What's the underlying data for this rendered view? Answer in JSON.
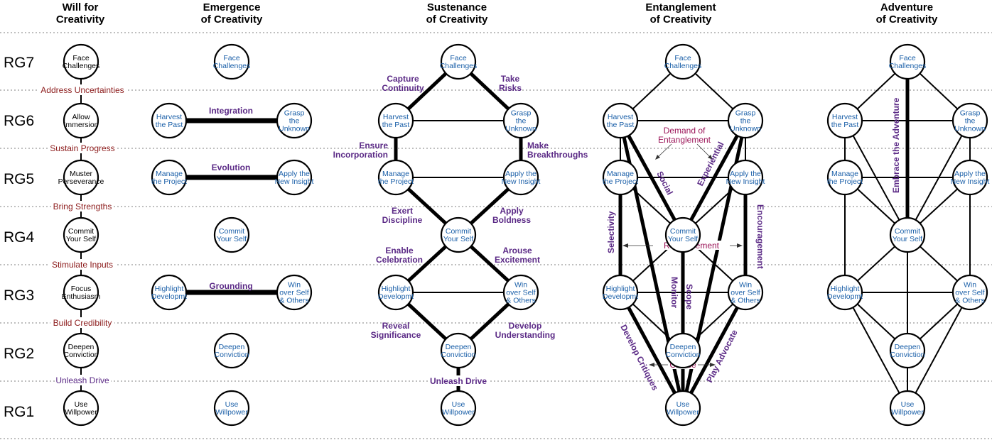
{
  "headers": {
    "will": [
      "Will for",
      "Creativity"
    ],
    "emergence": [
      "Emergence",
      "of Creativity"
    ],
    "sustenance": [
      "Sustenance",
      "of Creativity"
    ],
    "entanglement": [
      "Entanglement",
      "of Creativity"
    ],
    "adventure": [
      "Adventure",
      "of Creativity"
    ]
  },
  "row_labels": [
    "RG7",
    "RG6",
    "RG5",
    "RG4",
    "RG3",
    "RG2",
    "RG1"
  ],
  "will_nodes": {
    "face": [
      "Face",
      "Challenges"
    ],
    "allow": [
      "Allow",
      "Immersion"
    ],
    "muster": [
      "Muster",
      "Perseverance"
    ],
    "commit": [
      "Commit",
      "Your Self"
    ],
    "focus": [
      "Focus",
      "Enthusiasm"
    ],
    "deepen": [
      "Deepen",
      "Conviction"
    ],
    "use": [
      "Use",
      "Willpower"
    ]
  },
  "will_links": [
    "Address Uncertainties",
    "Sustain Progress",
    "Bring Strengths",
    "Stimulate Inputs",
    "Build Credibility",
    "Unleash Drive"
  ],
  "tree_nodes": {
    "face": [
      "Face",
      "Challenges"
    ],
    "harvest": [
      "Harvest",
      "the Past"
    ],
    "grasp": [
      "Grasp",
      "the",
      "Unknown"
    ],
    "manage": [
      "Manage",
      "the Project"
    ],
    "apply": [
      "Apply the",
      "New Insight"
    ],
    "commit": [
      "Commit",
      "Your Self"
    ],
    "highlight": [
      "Highlight",
      "Developmt"
    ],
    "win": [
      "Win",
      "over Self",
      "& Others"
    ],
    "deepen": [
      "Deepen",
      "Conviction"
    ],
    "use": [
      "Use",
      "Willpower"
    ]
  },
  "emergence_links": {
    "integration": "Integration",
    "evolution": "Evolution",
    "grounding": "Grounding"
  },
  "sustenance_links": {
    "capture": [
      "Capture",
      "Continuity"
    ],
    "risks": [
      "Take",
      "Risks"
    ],
    "ensure": [
      "Ensure",
      "Incorporation"
    ],
    "breakthroughs": [
      "Make",
      "Breakthroughs"
    ],
    "discipline": [
      "Exert",
      "Discipline"
    ],
    "boldness": [
      "Apply",
      "Boldness"
    ],
    "celebration": [
      "Enable",
      "Celebration"
    ],
    "excitement": [
      "Arouse",
      "Excitement"
    ],
    "significance": [
      "Reveal",
      "Significance"
    ],
    "understanding": [
      "Develop",
      "Understanding"
    ],
    "unleash": "Unleash Drive"
  },
  "entanglement_labels": {
    "demand": [
      "Demand of",
      "Entanglement"
    ],
    "social": "Social",
    "experiential": "Experiential",
    "selectivity": "Selectivity",
    "encouragement": "Encouragement",
    "reinforcement": "Reinforcement",
    "monitor": "Monitor",
    "scope": "Scope",
    "choice": "Choice",
    "critiques": "Develop Critiques",
    "advocate": "Play Advocate"
  },
  "adventure_labels": {
    "embrace": "Embrace the Adventure"
  },
  "colors": {
    "node_text_blue": "#1a5fa8",
    "link_red": "#8b1a1a",
    "link_purple": "#5b2a86",
    "entangle_magenta": "#9b1458",
    "divider_gray": "#999999"
  }
}
